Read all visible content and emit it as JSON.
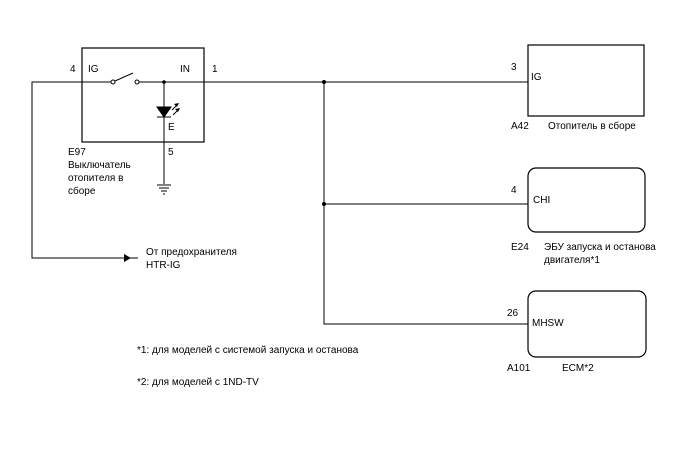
{
  "switch": {
    "pin_ig": "4",
    "label_ig": "IG",
    "label_in": "IN",
    "pin_in": "1",
    "led_label": "E",
    "pin_ground": "5",
    "connector": "E97",
    "name_lines": [
      "Выключатель",
      "отопителя в",
      "сборе"
    ]
  },
  "heater": {
    "pin": "3",
    "label": "IG",
    "connector": "A42",
    "name": "Отопитель в сборе"
  },
  "engine_ecu": {
    "pin": "4",
    "label": "CHI",
    "connector": "E24",
    "name_lines": [
      "ЭБУ запуска и останова",
      "двигателя*1"
    ]
  },
  "ecm": {
    "pin": "26",
    "label": "MHSW",
    "connector": "A101",
    "name": "ECM*2"
  },
  "fuse": {
    "lines": [
      "От предохранителя",
      "HTR-IG"
    ]
  },
  "notes": [
    "*1: для моделей с системой запуска и останова",
    "*2: для моделей с 1ND-TV"
  ]
}
